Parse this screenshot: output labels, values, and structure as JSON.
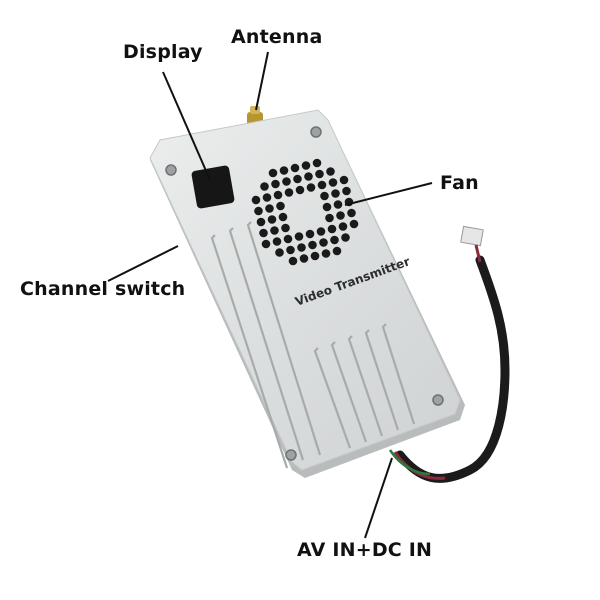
{
  "diagram": {
    "subject": "Video Transmitter",
    "engraved_text": "Video Transmitter",
    "callouts": [
      {
        "id": "display",
        "label": "Display"
      },
      {
        "id": "antenna",
        "label": "Antenna"
      },
      {
        "id": "fan",
        "label": "Fan"
      },
      {
        "id": "channel-switch",
        "label": "Channel switch"
      },
      {
        "id": "av-dc-in",
        "label": "AV IN+DC IN"
      }
    ],
    "colors": {
      "housing": "#dfe1e1",
      "housing_shadow": "#b9bcbd",
      "display": "#161616",
      "fan_holes": "#1a1a1a",
      "antenna_connector": "#b8962e",
      "cable": "#1b1b1b",
      "leader_lines": "#111111"
    }
  }
}
